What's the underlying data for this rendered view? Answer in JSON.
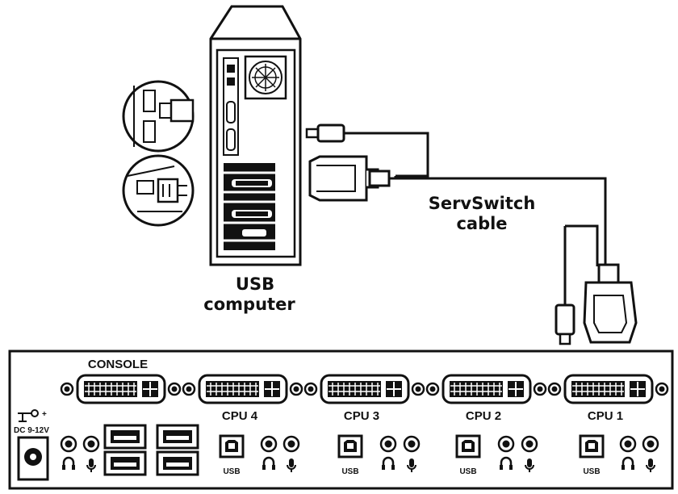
{
  "computer": {
    "label_line1": "USB",
    "label_line2": "computer"
  },
  "cable": {
    "label_line1": "ServSwitch",
    "label_line2": "cable"
  },
  "panel": {
    "console_label": "CONSOLE",
    "power_label": "DC 9-12V",
    "power_polarity": "+",
    "cpu_labels": [
      "CPU 4",
      "CPU 3",
      "CPU 2",
      "CPU 1"
    ],
    "usb_label": "USB"
  },
  "colors": {
    "line": "#111111",
    "background": "#ffffff"
  }
}
